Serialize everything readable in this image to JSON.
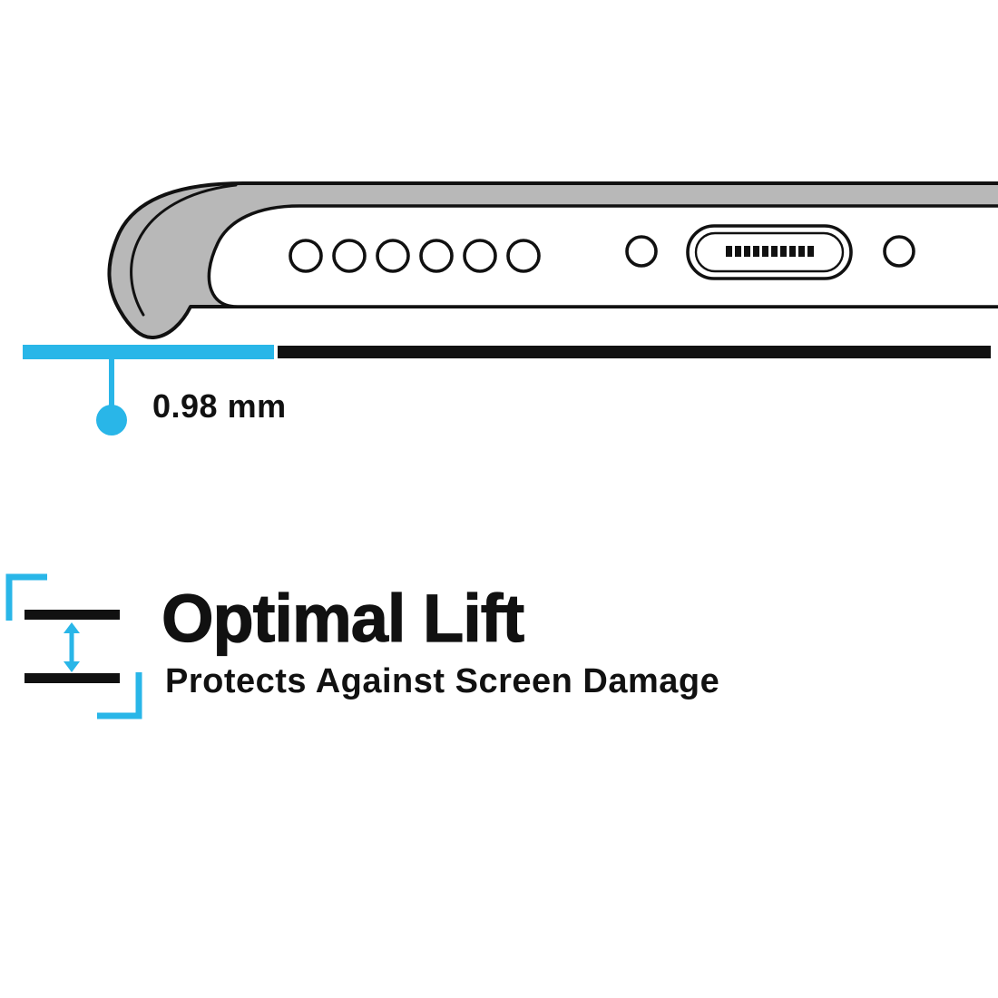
{
  "colors": {
    "accent": "#29b6e8",
    "ink": "#111111",
    "case_gray": "#b8b8b8",
    "background": "#ffffff"
  },
  "illustration": {
    "icon": "phone-case-bottom-edge-illustration",
    "speaker_hole_count": 6,
    "port_icon": "charging-port-icon",
    "surface_icon": "table-surface-line"
  },
  "measurement": {
    "value": "0.98 mm"
  },
  "feature": {
    "icon": "lift-spacing-icon",
    "title": "Optimal Lift",
    "subtitle": "Protects Against Screen Damage"
  }
}
